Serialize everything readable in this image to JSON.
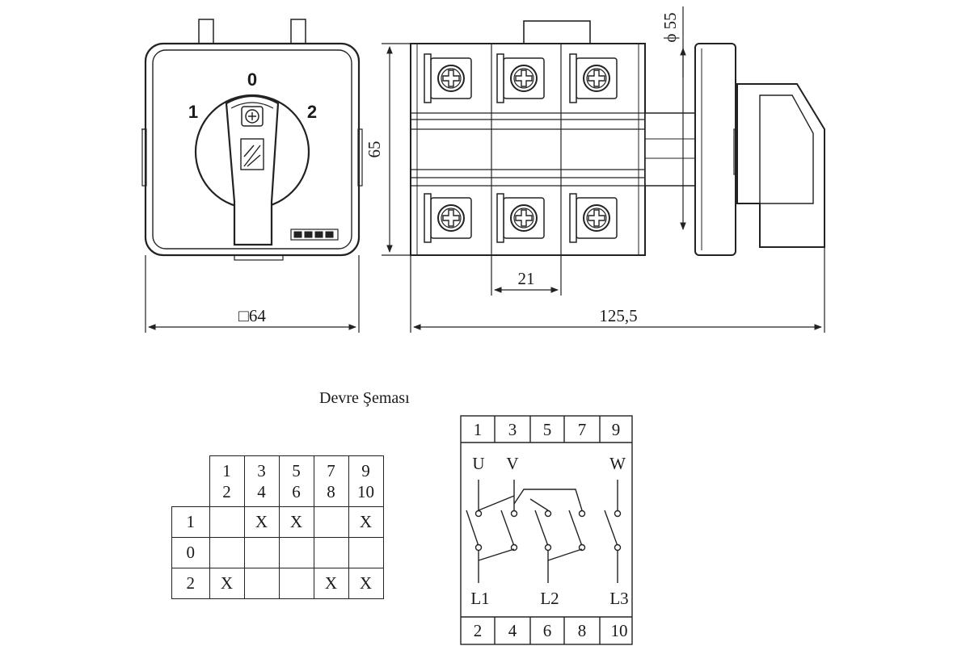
{
  "front_view": {
    "positions": {
      "zero": "0",
      "one": "1",
      "two": "2"
    },
    "dimension_width": "□64"
  },
  "side_view": {
    "dimension_height": "65",
    "dimension_diameter": "ϕ 55",
    "dimension_pitch": "21",
    "dimension_length": "125,5"
  },
  "circuit": {
    "title": "Devre Şeması",
    "table": {
      "columns": [
        {
          "top": "1",
          "bottom": "2"
        },
        {
          "top": "3",
          "bottom": "4"
        },
        {
          "top": "5",
          "bottom": "6"
        },
        {
          "top": "7",
          "bottom": "8"
        },
        {
          "top": "9",
          "bottom": "10"
        }
      ],
      "rows": [
        {
          "label": "1",
          "cells": [
            "",
            "X",
            "X",
            "",
            "X"
          ]
        },
        {
          "label": "0",
          "cells": [
            "",
            "",
            "",
            "",
            ""
          ]
        },
        {
          "label": "2",
          "cells": [
            "X",
            "",
            "",
            "X",
            "X"
          ]
        }
      ]
    },
    "schematic": {
      "top_terminals": [
        "1",
        "3",
        "5",
        "7",
        "9"
      ],
      "bottom_terminals": [
        "2",
        "4",
        "6",
        "8",
        "10"
      ],
      "phase_top": [
        "U",
        "V",
        "W"
      ],
      "phase_bottom": [
        "L1",
        "L2",
        "L3"
      ]
    }
  }
}
